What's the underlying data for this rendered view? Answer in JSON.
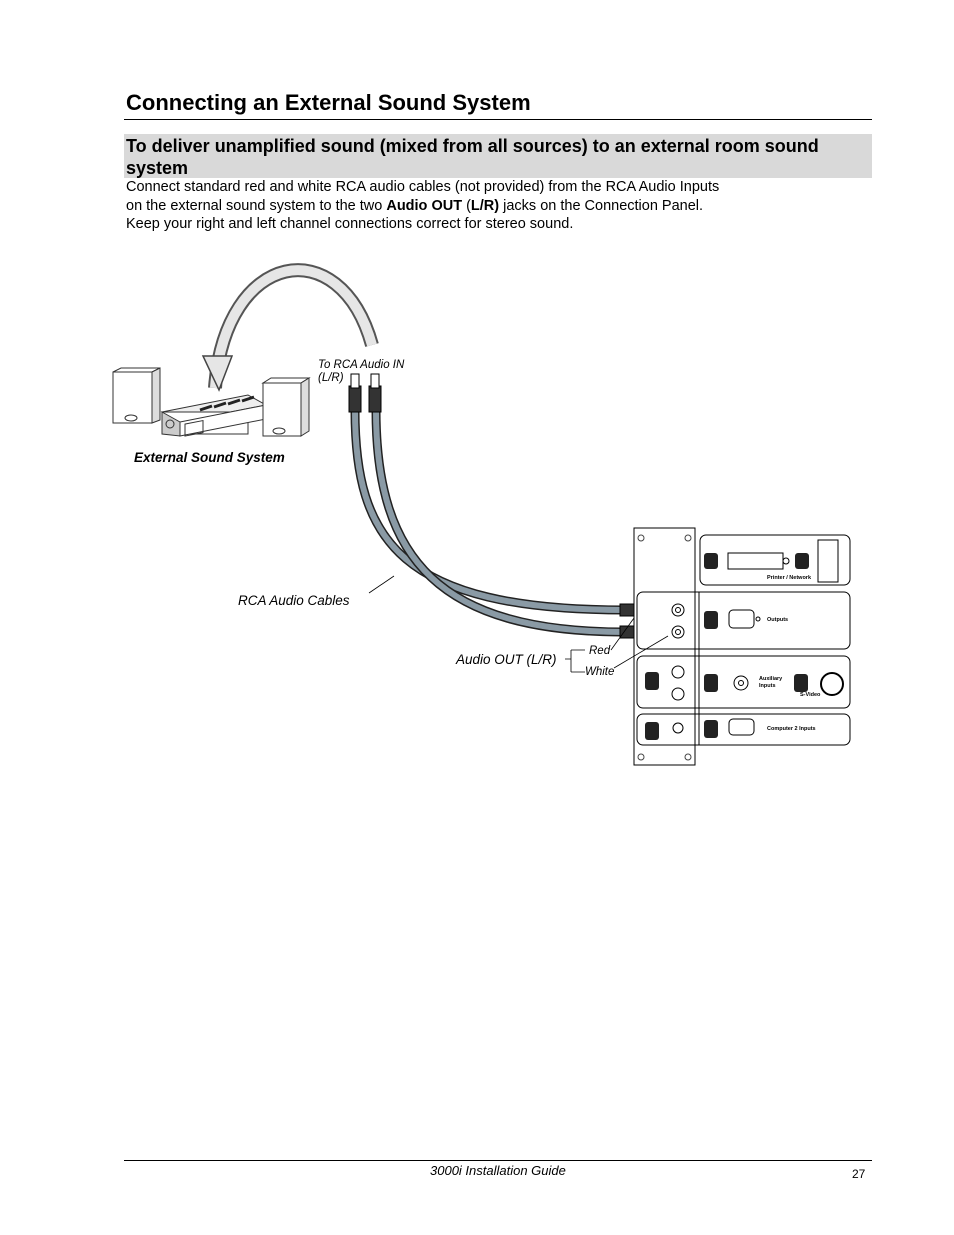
{
  "heading": "Connecting an External Sound System",
  "subheading": "To deliver unamplified sound (mixed from all sources) to an external room sound system",
  "body": {
    "line1": "Connect standard red and white RCA audio cables (not provided) from the RCA Audio Inputs",
    "line2_pre": "on the external sound system to the two ",
    "line2_bold1": "Audio OUT",
    "line2_mid": " (",
    "line2_bold2": "L/R)",
    "line2_post": " jacks on the Connection Panel.",
    "line3": "Keep your right and left channel connections correct for stereo sound."
  },
  "diagram": {
    "to_rca_line1": "To RCA Audio IN",
    "to_rca_line2": "(L/R)",
    "external_sound_system": "External Sound System",
    "rca_audio_cables": "RCA Audio Cables",
    "audio_out": "Audio OUT (L/R)",
    "red": "Red",
    "white": "White",
    "panel_printer_network": "Printer / Network",
    "panel_outputs": "Outputs",
    "panel_auxiliary_line1": "Auxiliary",
    "panel_auxiliary_line2": "Inputs",
    "panel_svideo": "S-Video",
    "panel_computer2": "Computer 2 Inputs"
  },
  "footer": {
    "title": "3000i Installation Guide",
    "page": "27"
  }
}
